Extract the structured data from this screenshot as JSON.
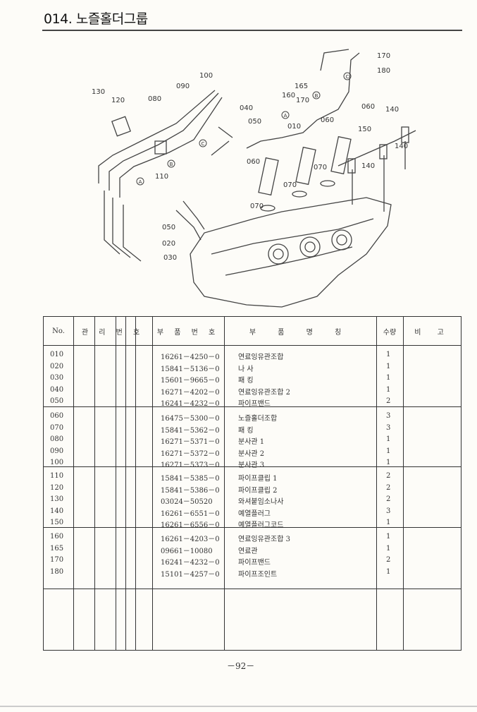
{
  "title": "014. 노즐홀더그룹",
  "diagram_labels": [
    "130",
    "120",
    "080",
    "090",
    "100",
    "040",
    "050",
    "060",
    "010",
    "160",
    "165",
    "170",
    "180",
    "060",
    "150",
    "140",
    "140",
    "140",
    "060",
    "070",
    "070",
    "070",
    "110",
    "050",
    "020",
    "030",
    "A",
    "A",
    "B",
    "B",
    "C",
    "C"
  ],
  "table": {
    "headers": {
      "no": "No.",
      "mgmt": "관 리 번 호",
      "part_no": "부 품 번 호",
      "part_name": "부 품 명 칭",
      "qty": "수량",
      "remark": "비 고"
    },
    "groups": [
      [
        {
          "no": "010",
          "part_no": "16261－4250－0",
          "name": "연료잉유관조합",
          "qty": "1"
        },
        {
          "no": "020",
          "part_no": "15841－5136－0",
          "name": "나 사",
          "qty": "1"
        },
        {
          "no": "030",
          "part_no": "15601－9665－0",
          "name": "패 킹",
          "qty": "1"
        },
        {
          "no": "040",
          "part_no": "16271－4202－0",
          "name": "연료잉유관조합 2",
          "qty": "1"
        },
        {
          "no": "050",
          "part_no": "16241－4232－0",
          "name": "파이프밴드",
          "qty": "2"
        }
      ],
      [
        {
          "no": "060",
          "part_no": "16475－5300－0",
          "name": "노즐홀더조합",
          "qty": "3"
        },
        {
          "no": "070",
          "part_no": "15841－5362－0",
          "name": "패 킹",
          "qty": "3"
        },
        {
          "no": "080",
          "part_no": "16271－5371－0",
          "name": "분사관 1",
          "qty": "1"
        },
        {
          "no": "090",
          "part_no": "16271－5372－0",
          "name": "분사관 2",
          "qty": "1"
        },
        {
          "no": "100",
          "part_no": "16271－5373－0",
          "name": "분사관 3",
          "qty": "1"
        }
      ],
      [
        {
          "no": "110",
          "part_no": "15841－5385－0",
          "name": "파이프클립 1",
          "qty": "2"
        },
        {
          "no": "120",
          "part_no": "15841－5386－0",
          "name": "파이프클립 2",
          "qty": "2"
        },
        {
          "no": "130",
          "part_no": "03024－50520",
          "name": "와셔붙임소나사",
          "qty": "2"
        },
        {
          "no": "140",
          "part_no": "16261－6551－0",
          "name": "예열플러그",
          "qty": "3"
        },
        {
          "no": "150",
          "part_no": "16261－6556－0",
          "name": "예열플러그코드",
          "qty": "1"
        }
      ],
      [
        {
          "no": "160",
          "part_no": "16261－4203－0",
          "name": "연료잉유관조합 3",
          "qty": "1"
        },
        {
          "no": "165",
          "part_no": "09661－10080",
          "name": "연료관",
          "qty": "1"
        },
        {
          "no": "170",
          "part_no": "16241－4232－0",
          "name": "파이프밴드",
          "qty": "2"
        },
        {
          "no": "180",
          "part_no": "15101－4257－0",
          "name": "파이프조인트",
          "qty": "1"
        }
      ]
    ]
  },
  "page_number": "－92－"
}
